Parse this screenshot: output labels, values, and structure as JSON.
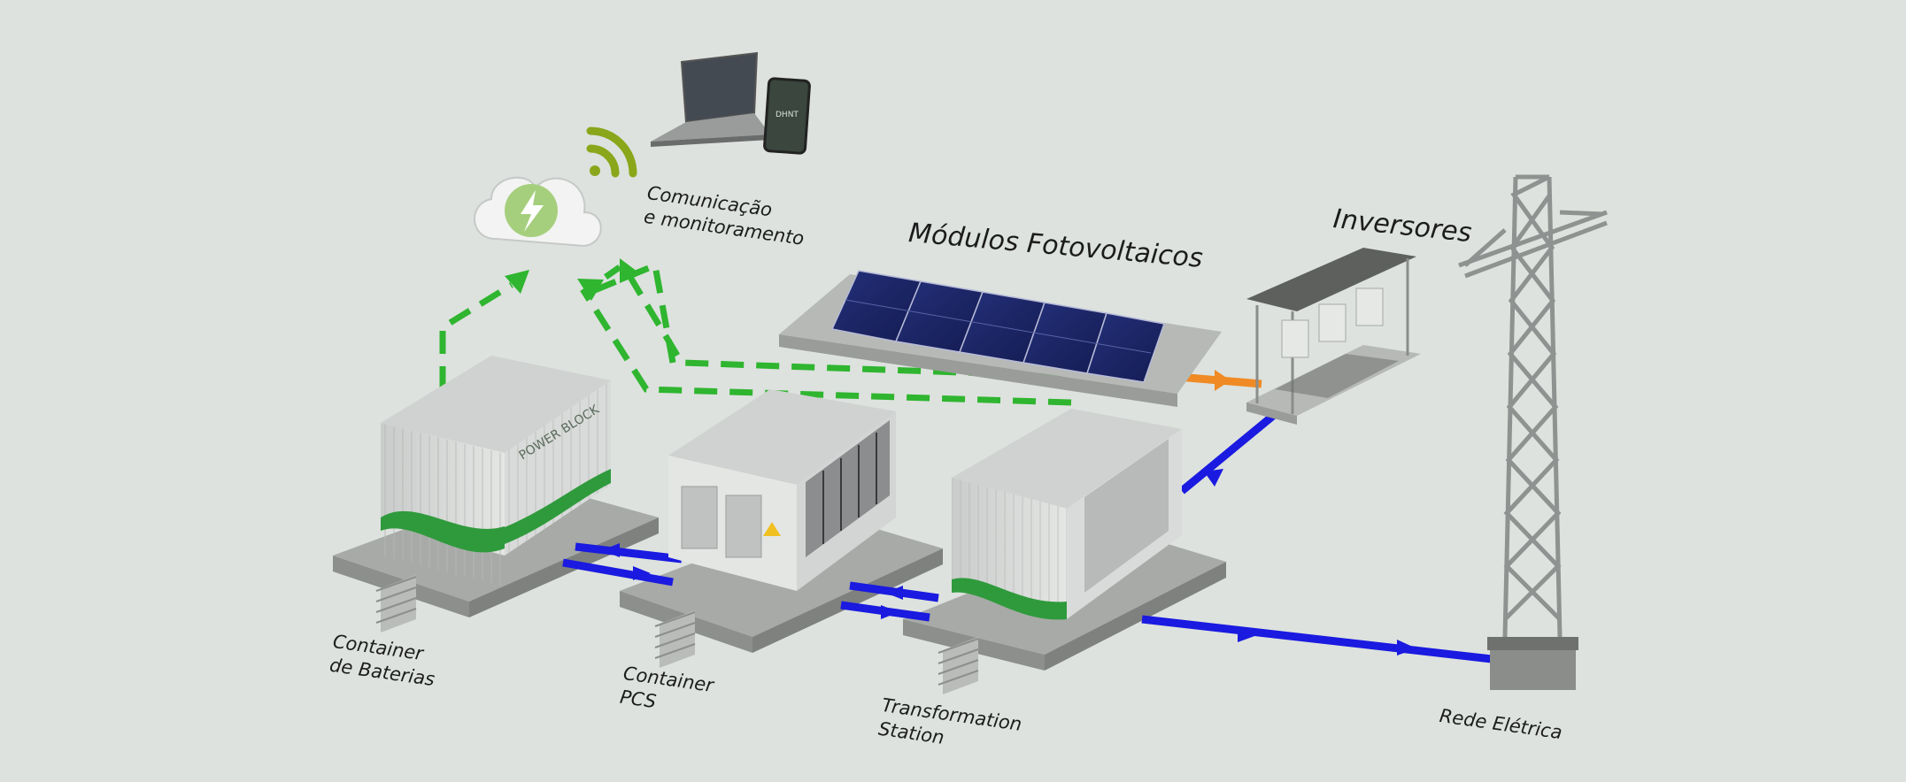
{
  "labels": {
    "communication": [
      "Comunicação",
      "e monitoramento"
    ],
    "pv_modules": "Módulos Fotovoltaicos",
    "inverters": "Inversores",
    "battery_container": [
      "Container",
      "de Baterias"
    ],
    "pcs_container": [
      "Container",
      "PCS"
    ],
    "transformation_station": [
      "Transformation",
      "Station"
    ],
    "grid": "Rede Elétrica"
  },
  "branding": {
    "battery_container_text": "POWER BLOCK",
    "brand": "DHNT"
  },
  "colors": {
    "background": "#dde2de",
    "dc_ac_flow": "#1a1ae0",
    "pv_flow": "#f08a24",
    "data_link": "#2fb52f",
    "brand_green": "#2f9a3c",
    "wifi_green": "#8aa61a"
  },
  "icons": [
    "cloud-icon",
    "wifi-icon",
    "laptop-icon",
    "phone-icon"
  ]
}
